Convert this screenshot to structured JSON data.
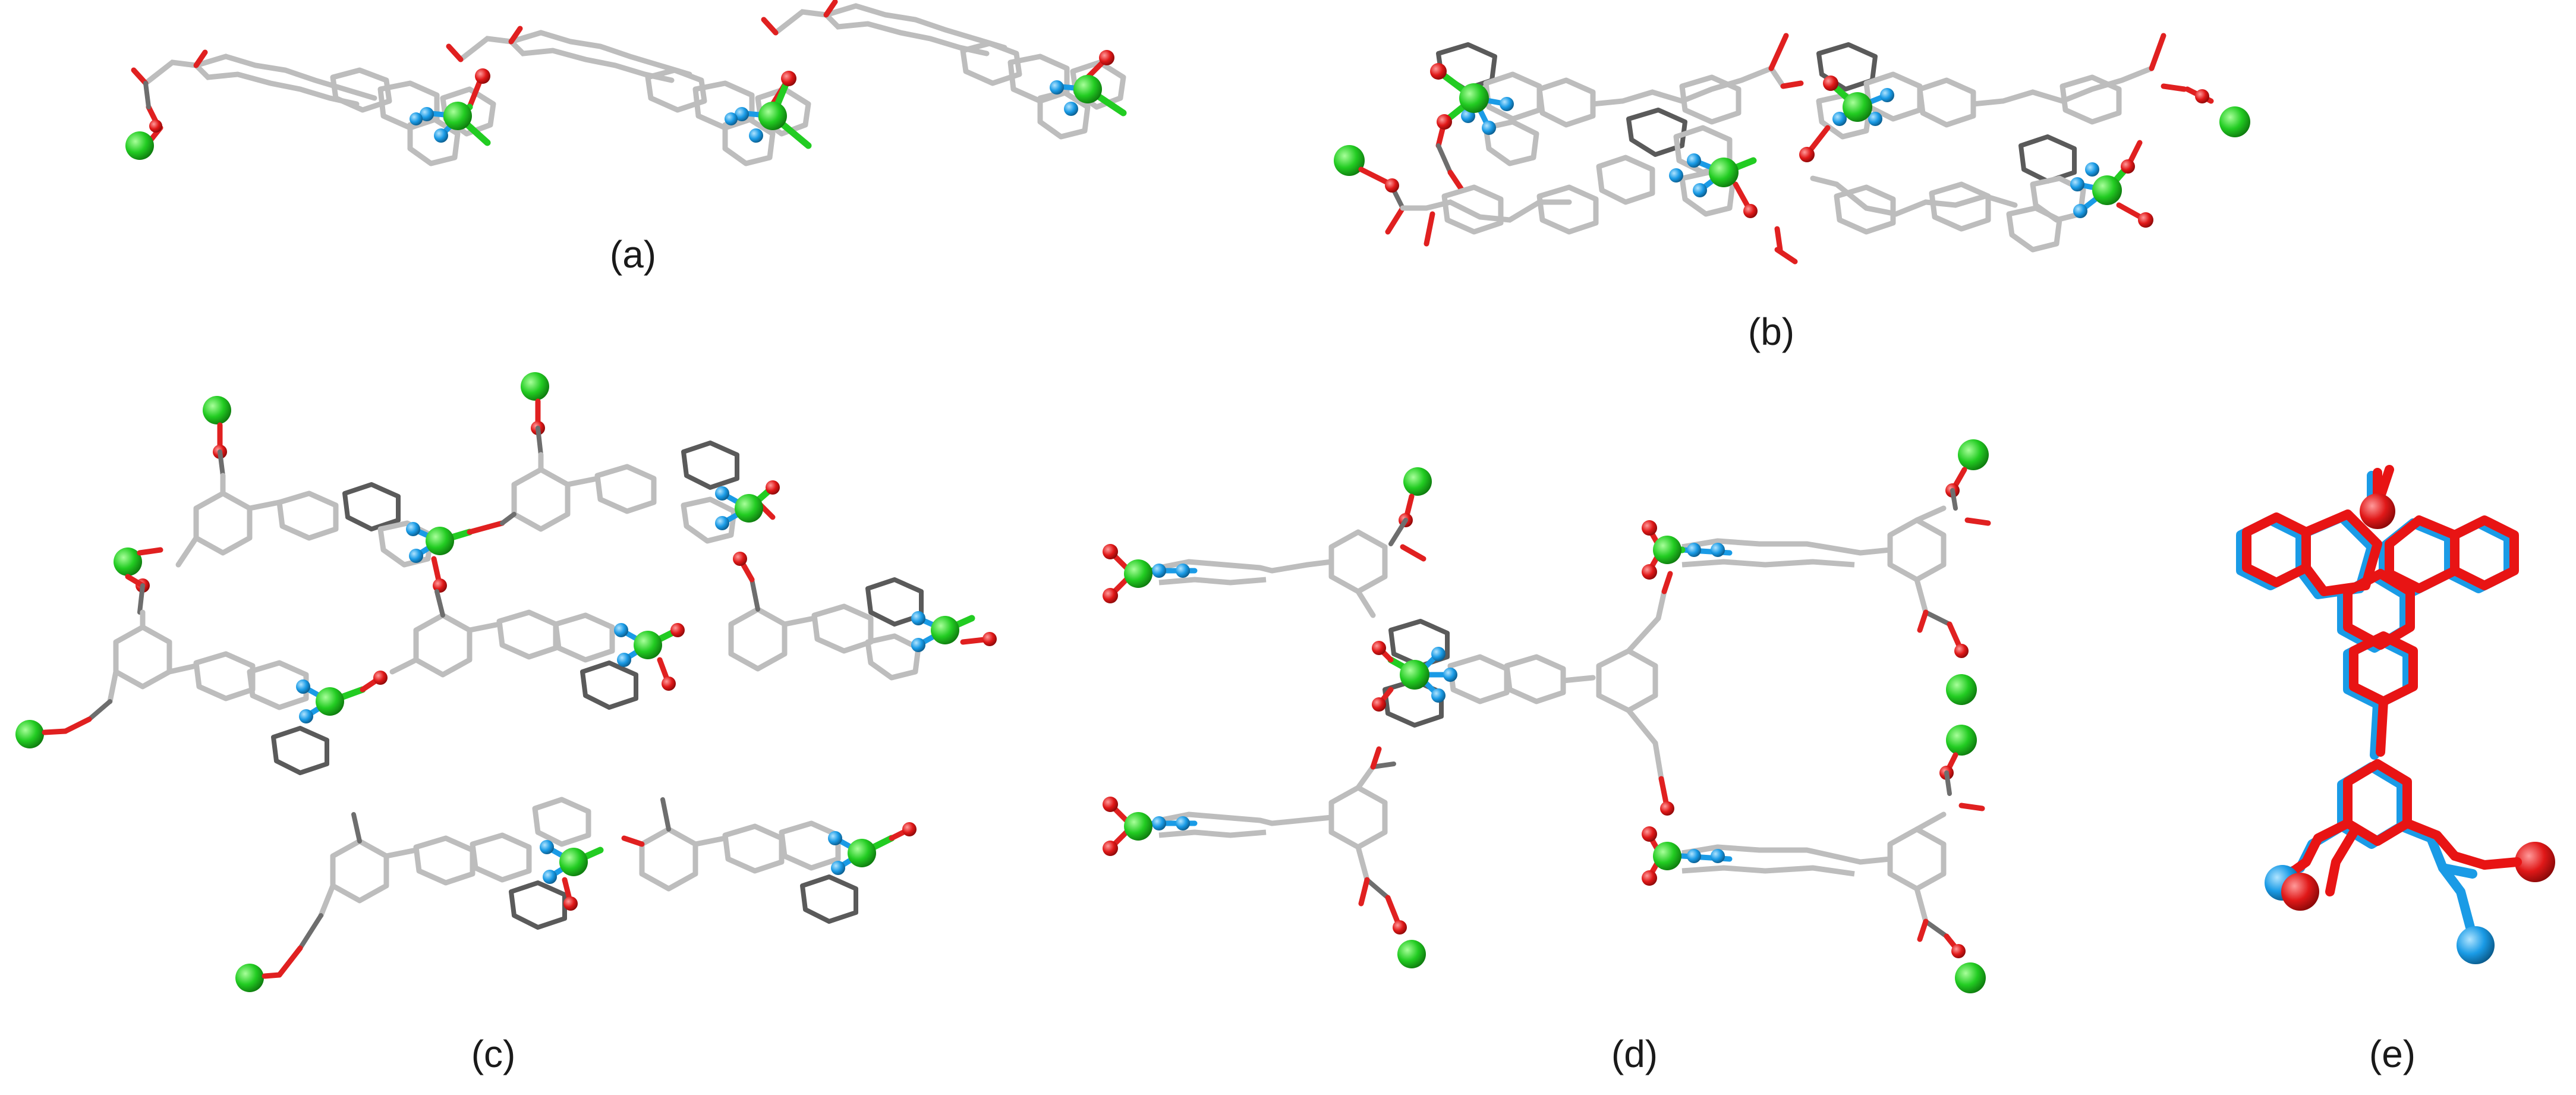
{
  "panels": [
    {
      "id": "a",
      "label": "(a)"
    },
    {
      "id": "b",
      "label": "(b)"
    },
    {
      "id": "c",
      "label": "(c)"
    },
    {
      "id": "d",
      "label": "(d)"
    },
    {
      "id": "e",
      "label": "(e)"
    }
  ],
  "colors": {
    "metal": "#22cc22",
    "oxygen": "#e02020",
    "nitrogen": "#1a9be6",
    "carbon": "#bdbdbd",
    "overlay_blue": "#1a9be6",
    "overlay_red": "#e81414"
  }
}
